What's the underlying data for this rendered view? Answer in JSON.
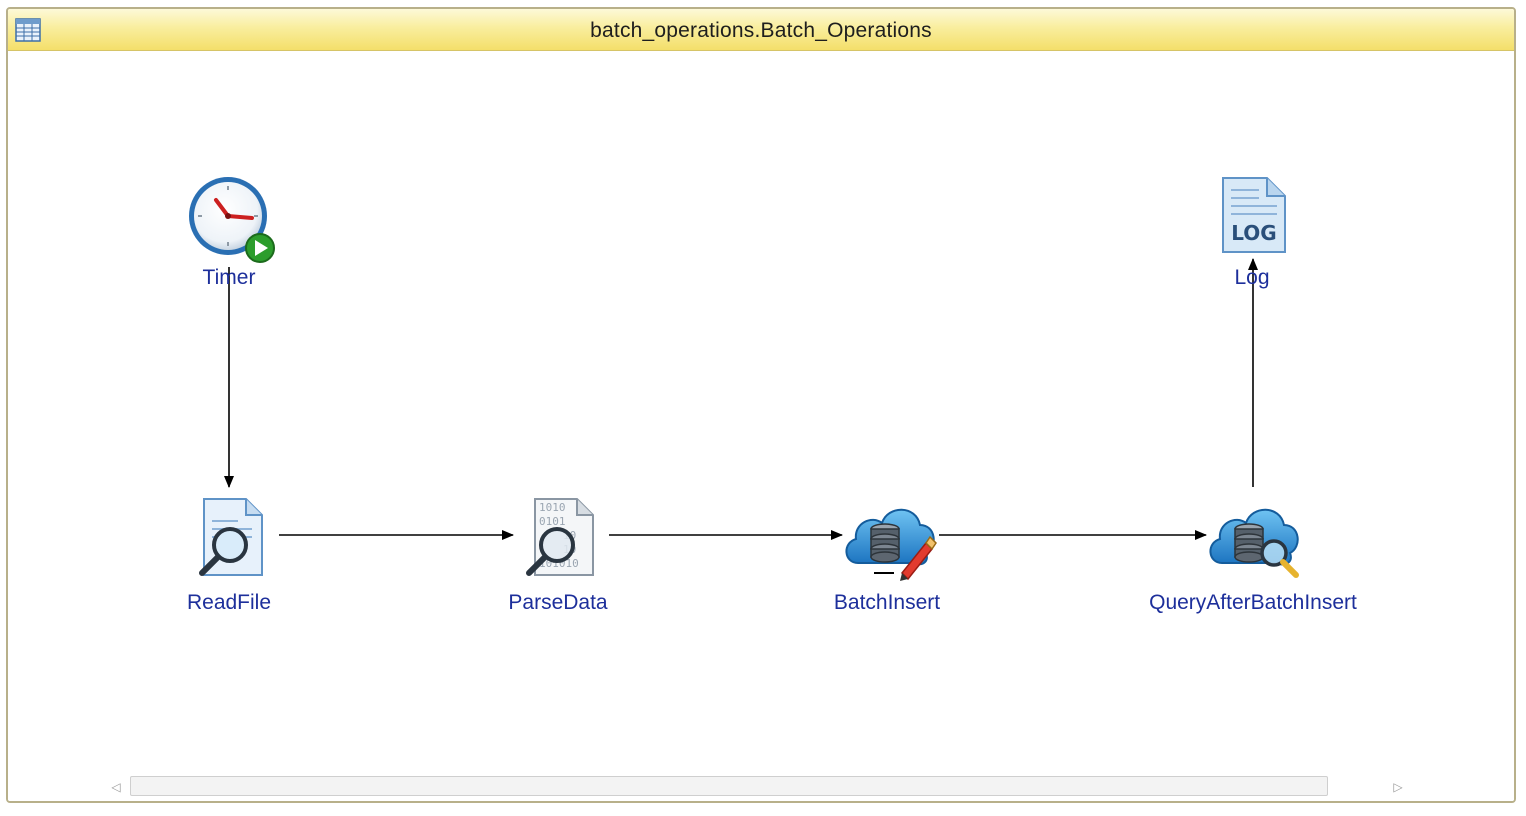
{
  "window": {
    "title": "batch_operations.Batch_Operations"
  },
  "diagram": {
    "nodes": [
      {
        "id": "timer",
        "label": "Timer",
        "icon": "timer-clock-icon"
      },
      {
        "id": "readfile",
        "label": "ReadFile",
        "icon": "file-search-icon"
      },
      {
        "id": "parsedata",
        "label": "ParseData",
        "icon": "binary-file-search-icon"
      },
      {
        "id": "batchinsert",
        "label": "BatchInsert",
        "icon": "cloud-database-edit-icon"
      },
      {
        "id": "queryafterbatchinsert",
        "label": "QueryAfterBatchInsert",
        "icon": "cloud-database-search-icon"
      },
      {
        "id": "log",
        "label": "Log",
        "icon": "log-file-icon"
      }
    ],
    "edges": [
      {
        "from": "timer",
        "to": "readfile"
      },
      {
        "from": "readfile",
        "to": "parsedata"
      },
      {
        "from": "parsedata",
        "to": "batchinsert"
      },
      {
        "from": "batchinsert",
        "to": "queryafterbatchinsert"
      },
      {
        "from": "queryafterbatchinsert",
        "to": "log"
      }
    ]
  },
  "colors": {
    "label": "#1d2f9b",
    "edge": "#000000",
    "titlebar": "#f9ee9e"
  },
  "scrollbar": {
    "left_arrow": "◁",
    "right_arrow": "▷"
  }
}
